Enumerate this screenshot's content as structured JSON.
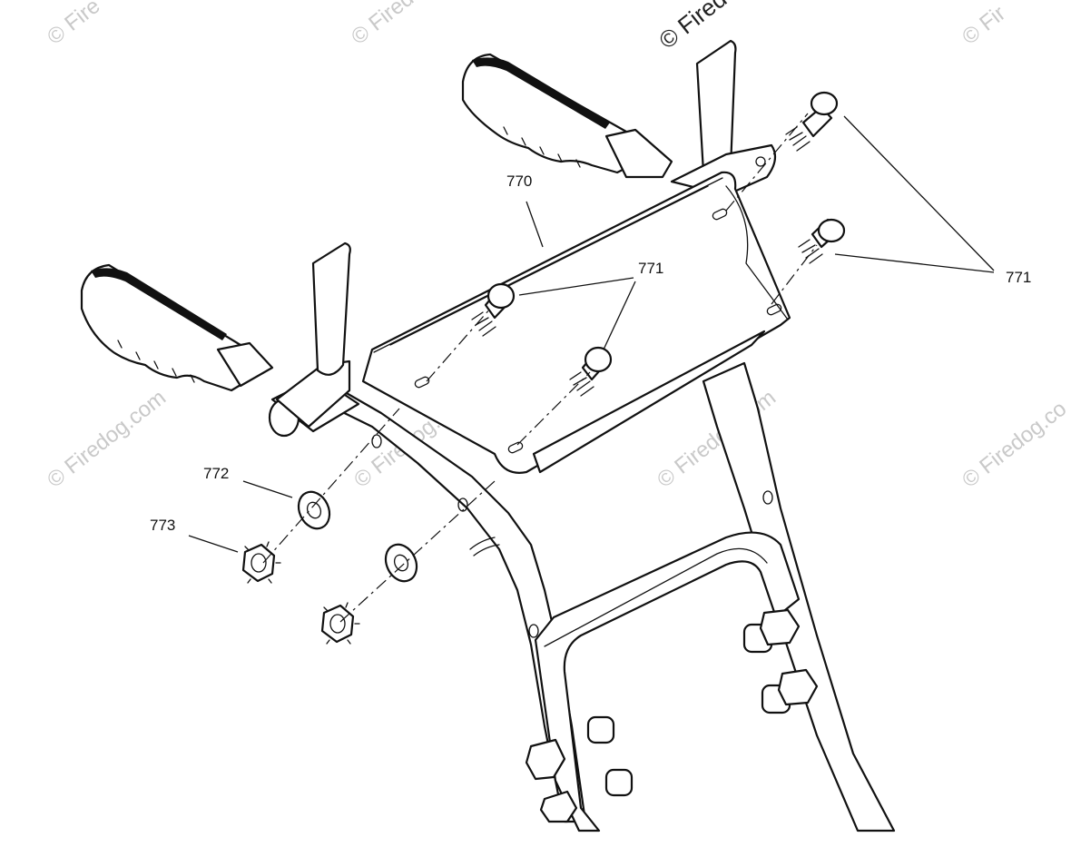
{
  "watermark": {
    "text": "© Firedog.com",
    "top_text": "© Fired",
    "partial_left": "© Fire",
    "partial_mid": "© Fired",
    "partial_right": "© Fir",
    "partial_edge": "© Firedog.co"
  },
  "callouts": {
    "shield": "770",
    "screw_middle": "771",
    "screw_right": "771",
    "washer": "772",
    "nut": "773"
  }
}
